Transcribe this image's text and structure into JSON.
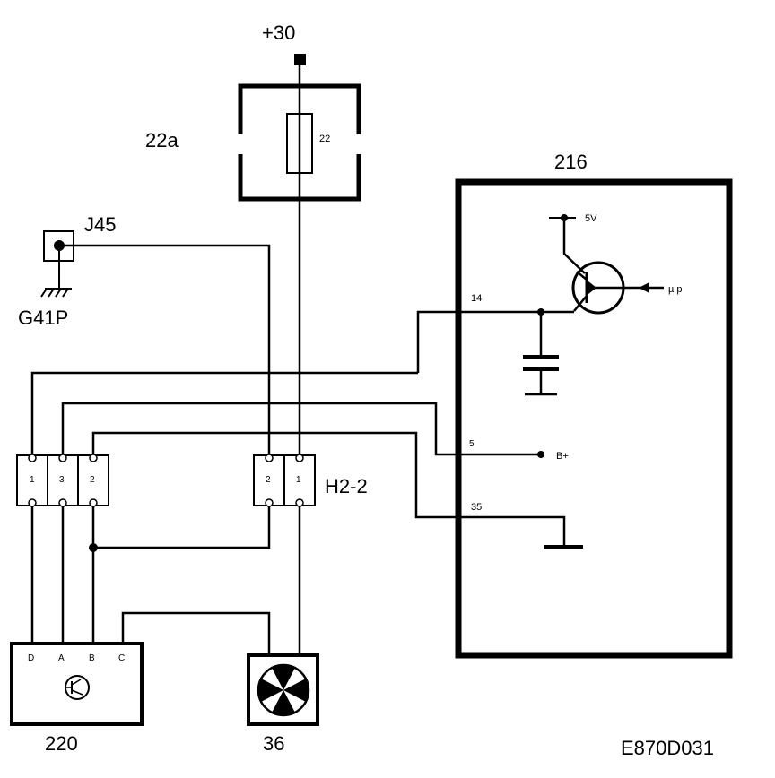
{
  "supply": {
    "label": "+30"
  },
  "fuse_box": {
    "label": "22a",
    "fuse_number": "22"
  },
  "ecu": {
    "label": "216",
    "vcc_label": "5V",
    "mp_label": "µ p",
    "pins": {
      "p14": "14",
      "p5": "5",
      "p35": "35"
    },
    "bplus_label": "B+"
  },
  "test_socket": {
    "label": "J45",
    "ground_label": "G41P"
  },
  "connector_left": {
    "pins": [
      "1",
      "3",
      "2"
    ]
  },
  "connector_h22": {
    "label": "H2-2",
    "pins": [
      "2",
      "1"
    ]
  },
  "sensor": {
    "label": "220",
    "pins": [
      "D",
      "A",
      "B",
      "C"
    ]
  },
  "fan": {
    "label": "36"
  },
  "drawing_code": "E870D031"
}
